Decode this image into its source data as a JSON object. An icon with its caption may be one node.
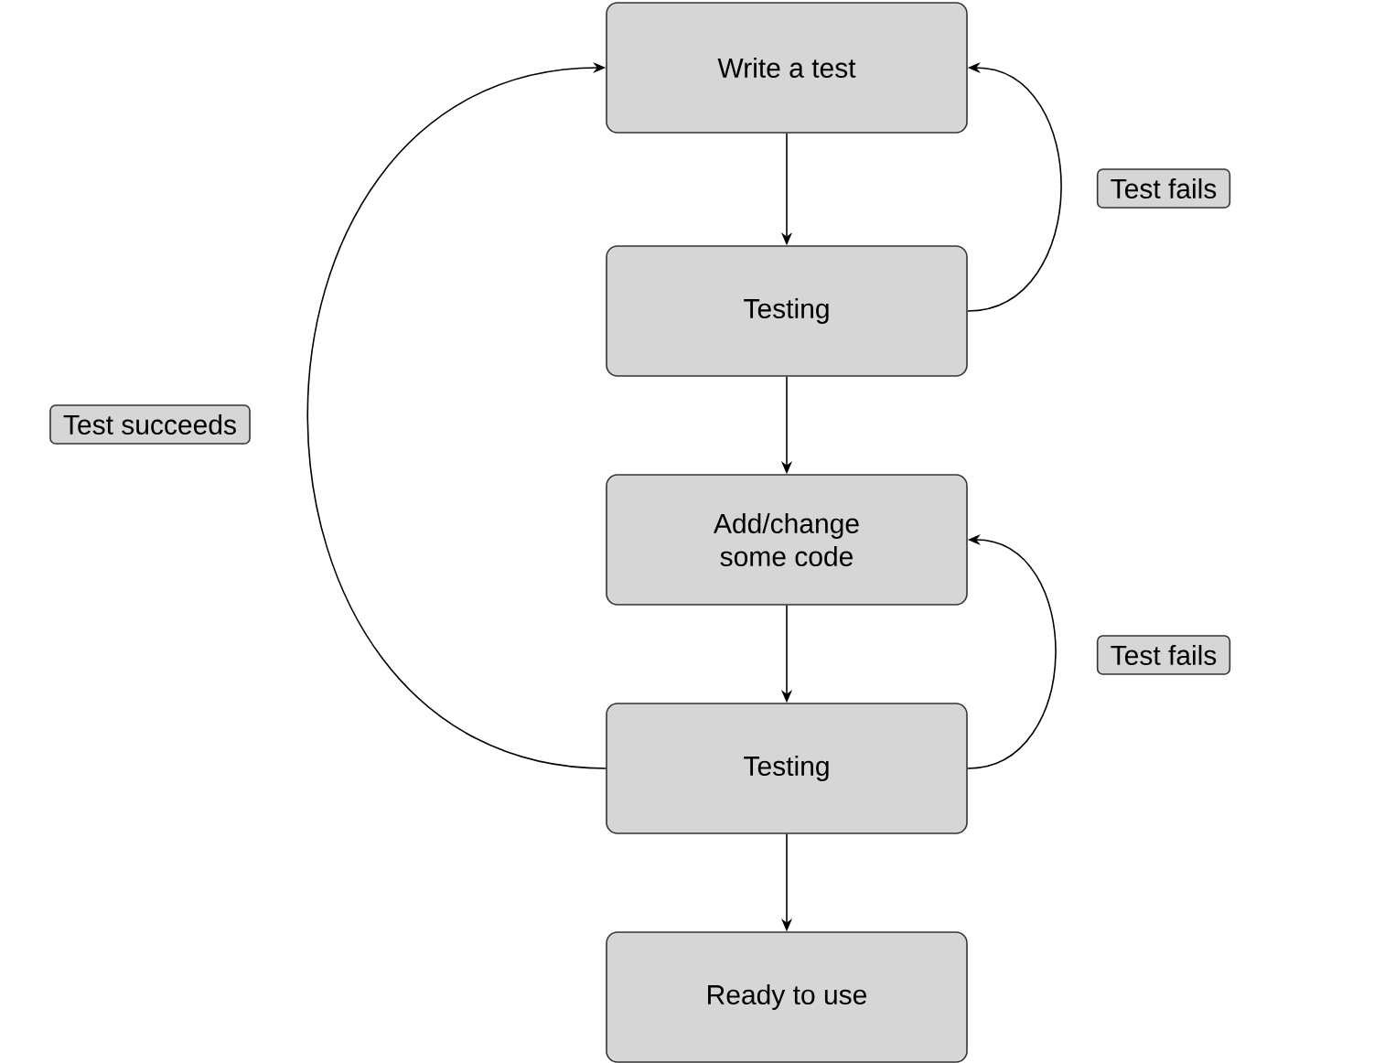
{
  "diagram": {
    "nodes": [
      {
        "text": [
          "Write a test"
        ]
      },
      {
        "text": [
          "Testing"
        ]
      },
      {
        "text": [
          "Add/change some code"
        ]
      },
      {
        "text": [
          "Testing"
        ]
      },
      {
        "text": [
          "Ready to use"
        ]
      }
    ],
    "edges": [
      {
        "from": 0,
        "to": 1,
        "arrow": "to"
      },
      {
        "from": 1,
        "to": 2,
        "arrow": "to"
      },
      {
        "from": 2,
        "to": 3,
        "arrow": "to"
      },
      {
        "from": 3,
        "to": 4,
        "arrow": "to"
      },
      {
        "from": 1,
        "to": 0,
        "arrow": "to",
        "label": "Test fails"
      },
      {
        "from": 3,
        "to": 2,
        "arrow": "to",
        "label": "Test fails"
      },
      {
        "from": 3,
        "to": 0,
        "arrow": "to",
        "label": "Test succeeds"
      }
    ]
  }
}
